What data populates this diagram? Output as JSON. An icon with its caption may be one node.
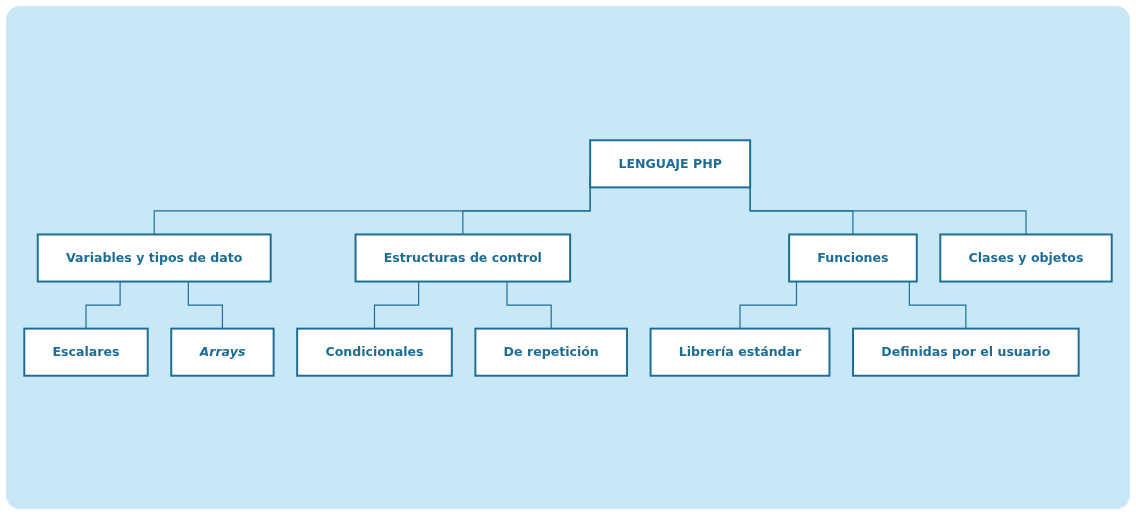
{
  "diagram": {
    "nodes": [
      {
        "text": [
          "LENGUAJE PHP"
        ]
      },
      {
        "text": [
          "Variables y tipos de dato"
        ]
      },
      {
        "text": [
          "Estructuras de control"
        ]
      },
      {
        "text": [
          "Funciones"
        ]
      },
      {
        "text": [
          "Clases y objetos"
        ]
      },
      {
        "text": [
          "Escalares"
        ]
      },
      {
        "text": [
          "Arrays"
        ]
      },
      {
        "text": [
          "Condicionales"
        ]
      },
      {
        "text": [
          "De repetición"
        ]
      },
      {
        "text": [
          "Librería estándar"
        ]
      },
      {
        "text": [
          "Definidas por el usuario"
        ]
      }
    ],
    "edges": [
      {
        "from": 0,
        "to": 1,
        "arrow": "none"
      },
      {
        "from": 0,
        "to": 2,
        "arrow": "none"
      },
      {
        "from": 0,
        "to": 3,
        "arrow": "none"
      },
      {
        "from": 0,
        "to": 4,
        "arrow": "none"
      },
      {
        "from": 1,
        "to": 5,
        "arrow": "none"
      },
      {
        "from": 1,
        "to": 6,
        "arrow": "none"
      },
      {
        "from": 2,
        "to": 7,
        "arrow": "none"
      },
      {
        "from": 2,
        "to": 8,
        "arrow": "none"
      },
      {
        "from": 3,
        "to": 9,
        "arrow": "none"
      },
      {
        "from": 3,
        "to": 10,
        "arrow": "none"
      }
    ]
  }
}
